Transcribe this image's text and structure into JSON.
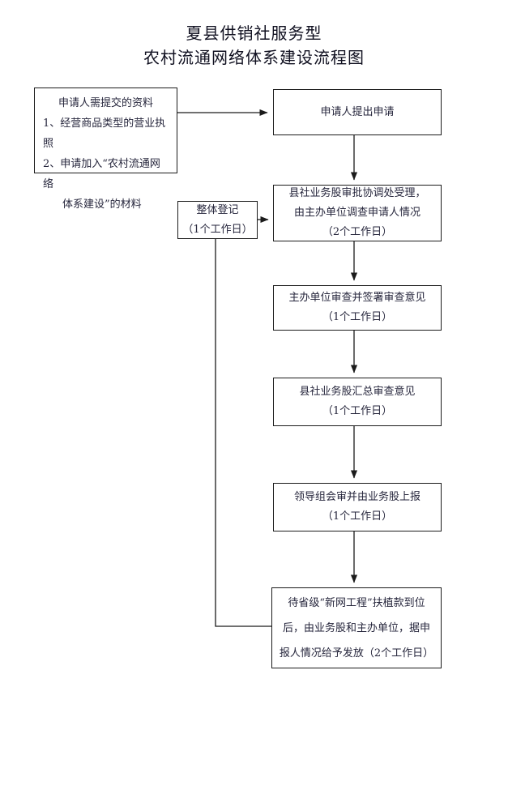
{
  "document": {
    "title_lines": [
      "夏县供销社服务型",
      "农村流通网络体系建设流程图"
    ]
  },
  "flowchart": {
    "type": "flowchart",
    "orientation": "top-to-bottom",
    "nodes": [
      {
        "id": "applicant-materials",
        "name": "applicant-materials-box",
        "lines": [
          "申请人需提交的资料",
          "1、经营商品类型的营业执照",
          "2、申请加入“农村流通网络",
          "体系建设”的材料"
        ]
      },
      {
        "id": "submit-application",
        "name": "submit-application-box",
        "lines": [
          "申请人提出申请"
        ]
      },
      {
        "id": "overall-registration",
        "name": "overall-registration-box",
        "lines": [
          "整体登记",
          "（1个工作日）"
        ]
      },
      {
        "id": "county-accept",
        "name": "county-bureau-accept-box",
        "lines": [
          "县社业务股审批协调处受理，",
          "由主办单位调查申请人情况",
          "（2个工作日）"
        ]
      },
      {
        "id": "organizer-review",
        "name": "organizer-review-box",
        "lines": [
          "主办单位审查并签署审查意见",
          "（1个工作日）"
        ]
      },
      {
        "id": "county-summary",
        "name": "county-summary-review-box",
        "lines": [
          "县社业务股汇总审查意见",
          "（1个工作日）"
        ]
      },
      {
        "id": "leadership-review",
        "name": "leadership-group-review-box",
        "lines": [
          "领导组会审并由业务股上报",
          "（1个工作日）"
        ]
      },
      {
        "id": "fund-disbursement",
        "name": "fund-disbursement-box",
        "lines": [
          "待省级“新网工程”扶植款到位",
          "后，由业务股和主办单位，据申",
          "报人情况给予发放（2个工作日）"
        ]
      }
    ],
    "edges": [
      {
        "from": "applicant-materials",
        "to": "submit-application",
        "style": "arrow-right"
      },
      {
        "from": "submit-application",
        "to": "county-accept",
        "style": "arrow-down"
      },
      {
        "from": "overall-registration",
        "to": "county-accept",
        "style": "arrow-right"
      },
      {
        "from": "county-accept",
        "to": "organizer-review",
        "style": "arrow-down"
      },
      {
        "from": "organizer-review",
        "to": "county-summary",
        "style": "arrow-down"
      },
      {
        "from": "county-summary",
        "to": "leadership-review",
        "style": "arrow-down"
      },
      {
        "from": "leadership-review",
        "to": "fund-disbursement",
        "style": "arrow-down"
      },
      {
        "from": "overall-registration",
        "to": "fund-disbursement",
        "style": "elbow-line"
      }
    ],
    "colors": {
      "line": "#1b1b1b",
      "box_border": "#1b1b1b",
      "box_fill": "#ffffff",
      "text": "#26263c",
      "title_text": "#101020"
    }
  }
}
